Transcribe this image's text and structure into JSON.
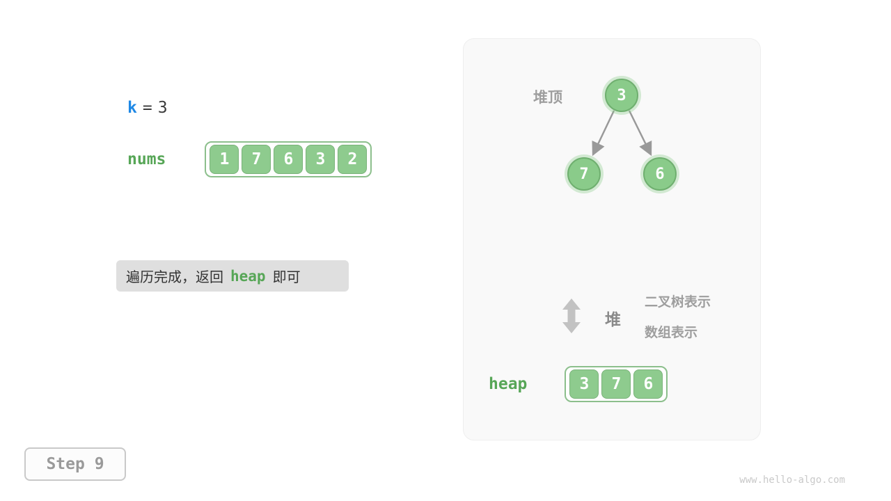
{
  "left": {
    "k_label": "k",
    "equals": "=",
    "k_value": "3",
    "nums_label": "nums",
    "nums_values": [
      "1",
      "7",
      "6",
      "3",
      "2"
    ],
    "note_prefix": "遍历完成，返回",
    "note_code": "heap",
    "note_suffix": "即可"
  },
  "panel": {
    "heap_top_label": "堆顶",
    "tree": {
      "root": "3",
      "left_child": "7",
      "right_child": "6"
    },
    "legend": {
      "heap_zh": "堆",
      "binary_tree_text": "二叉树表示",
      "array_text": "数组表示"
    },
    "heap_label": "heap",
    "heap_values": [
      "3",
      "7",
      "6"
    ]
  },
  "footer": {
    "step_label": "Step 9",
    "watermark": "www.hello-algo.com"
  },
  "colors": {
    "accent_green": "#57a657",
    "cell_green": "#8ecb8e",
    "key_blue": "#1e88e5",
    "gray_label": "#9e9e9e"
  }
}
